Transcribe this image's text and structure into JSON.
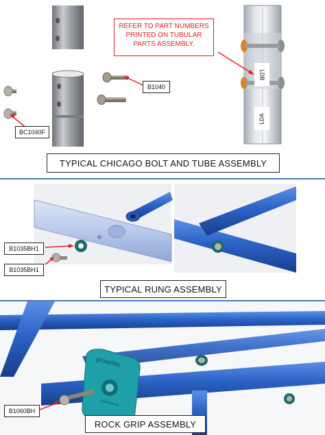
{
  "section1": {
    "note_line1": "REFER TO PART NUMBERS",
    "note_line2": "PRINTED ON TUBULAR",
    "note_line3": "PARTS ASSEMBLY.",
    "label_b1040": "B1040",
    "label_bc1040f": "BC1040F",
    "tube_label_top": "LDB",
    "tube_label_bottom": "LDA",
    "caption": "TYPICAL CHICAGO BOLT AND TUBE ASSEMBLY"
  },
  "section2": {
    "label_washer": "B1035BH1",
    "label_bolt": "B1035BH1",
    "caption": "TYPICAL RUNG ASSEMBLY"
  },
  "section3": {
    "grip_brand": "growplay",
    "grip_subtext": "AUSTRALIA",
    "label_bolt": "B1060BH",
    "caption": "ROCK GRIP ASSEMBLY"
  },
  "colors": {
    "divider": "#4a7ab7",
    "note_red": "#e02020",
    "tube_blue": "#2b63c6",
    "grip_teal": "#1fa0a8"
  }
}
